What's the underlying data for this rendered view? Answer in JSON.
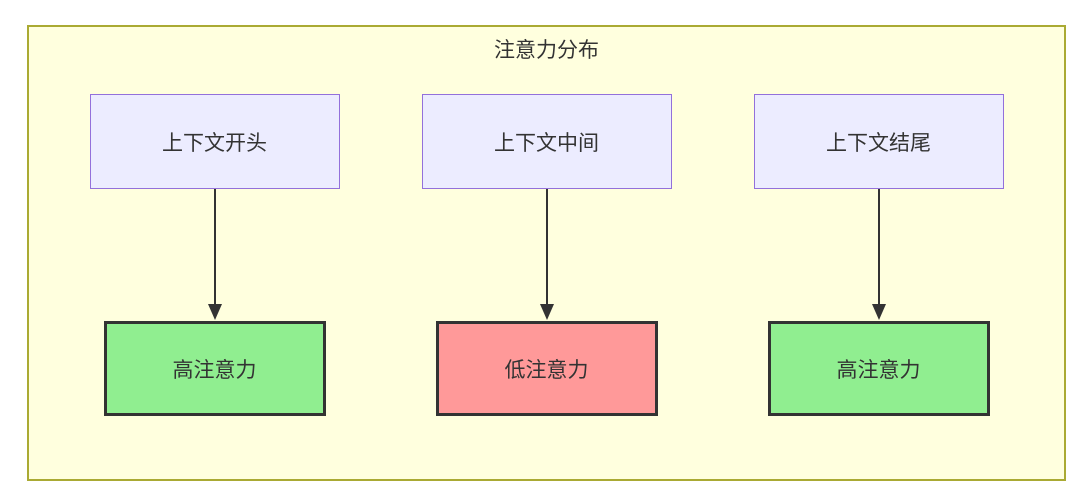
{
  "diagram": {
    "title": "注意力分布",
    "columns": [
      {
        "source": "上下文开头",
        "target": "高注意力",
        "target_type": "high"
      },
      {
        "source": "上下文中间",
        "target": "低注意力",
        "target_type": "low"
      },
      {
        "source": "上下文结尾",
        "target": "高注意力",
        "target_type": "high"
      }
    ],
    "colors": {
      "container_fill": "#ffffde",
      "container_border": "#aaaa33",
      "source_fill": "#ECECFF",
      "source_border": "#9370DB",
      "high_attention_fill": "#90EE90",
      "low_attention_fill": "#FF9999",
      "target_border": "#333333",
      "arrow": "#333333",
      "text": "#333333"
    }
  }
}
